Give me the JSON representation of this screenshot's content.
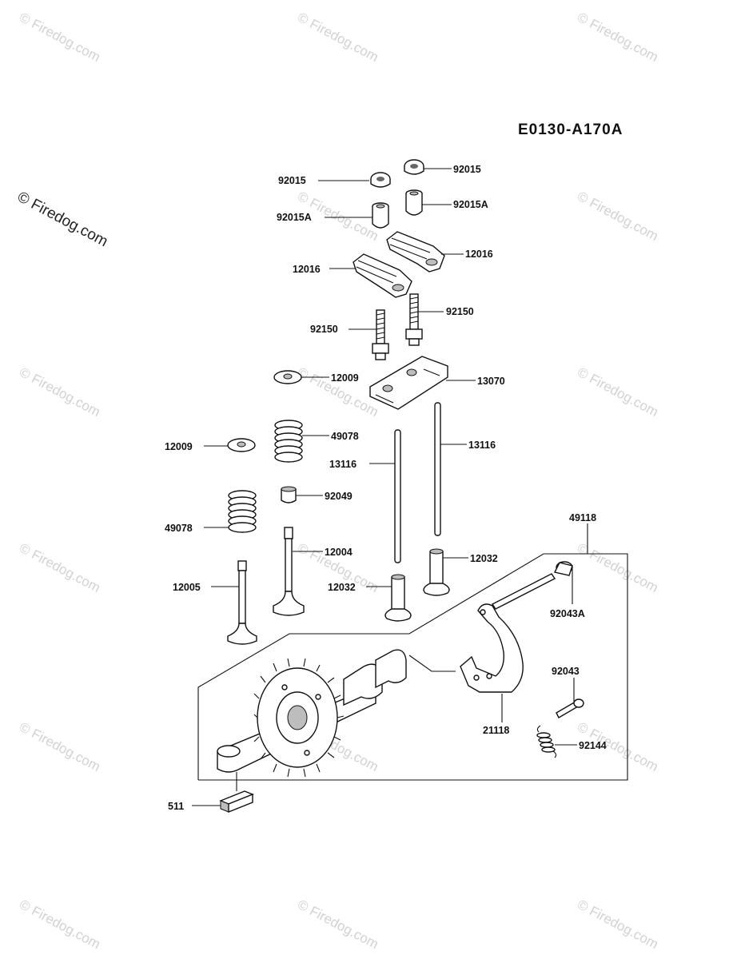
{
  "diagram_code": "E0130-A170A",
  "watermark": {
    "text": "© Firedog.com"
  },
  "parts": {
    "p92015_left": "92015",
    "p92015_right": "92015",
    "p92015A_left": "92015A",
    "p92015A_right": "92015A",
    "p12016_left": "12016",
    "p12016_right": "12016",
    "p92150_left": "92150",
    "p92150_right": "92150",
    "p12009_upper": "12009",
    "p13070": "13070",
    "p49078_upper": "49078",
    "p13116_right": "13116",
    "p13116_left": "13116",
    "p12009_lower": "12009",
    "p92049": "92049",
    "p49118": "49118",
    "p49078_lower": "49078",
    "p12004": "12004",
    "p12032_right": "12032",
    "p12005": "12005",
    "p12032_left": "12032",
    "p92043A": "92043A",
    "p92043": "92043",
    "p21118": "21118",
    "p92144": "92144",
    "p511": "511"
  }
}
